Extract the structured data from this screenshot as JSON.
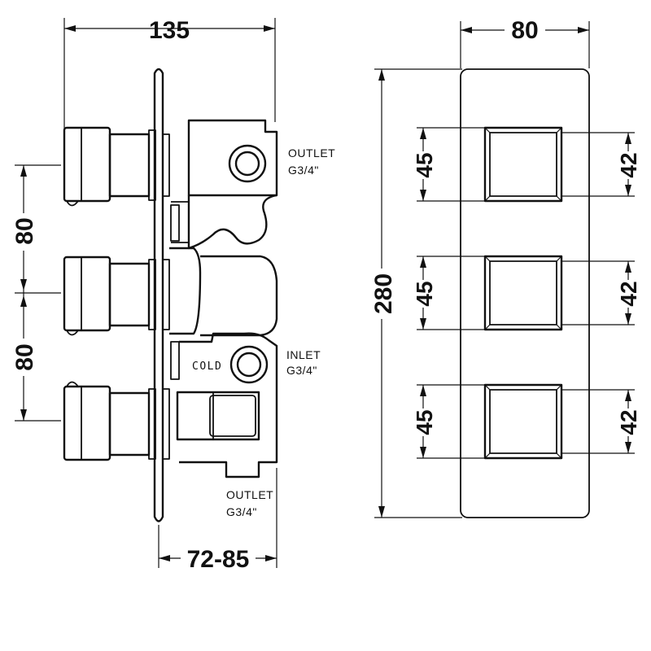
{
  "side_view": {
    "dim_width": "135",
    "dim_depth": "72-85",
    "dim_spacing_upper": "80",
    "dim_spacing_lower": "80",
    "outlet_top_label": "OUTLET",
    "outlet_top_thread": "G3/4\"",
    "inlet_label": "INLET",
    "inlet_thread": "G3/4\"",
    "cold_label": "COLD",
    "outlet_bottom_label": "OUTLET",
    "outlet_bottom_thread": "G3/4\""
  },
  "front_view": {
    "dim_plate_width": "80",
    "dim_plate_height": "280",
    "handles": [
      {
        "outer": "45",
        "inner": "42"
      },
      {
        "outer": "45",
        "inner": "42"
      },
      {
        "outer": "45",
        "inner": "42"
      }
    ]
  }
}
